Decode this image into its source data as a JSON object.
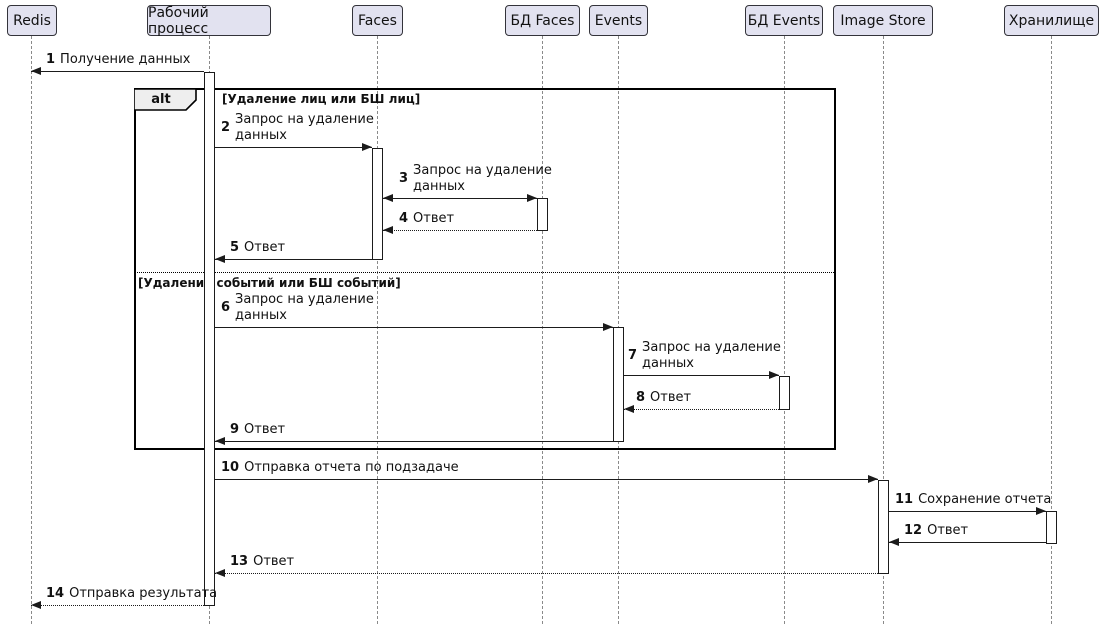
{
  "diagram": {
    "title": "",
    "participants": [
      {
        "label": "Redis"
      },
      {
        "label": "Рабочий процесс"
      },
      {
        "label": "Faces"
      },
      {
        "label": "БД Faces"
      },
      {
        "label": "Events"
      },
      {
        "label": "БД Events"
      },
      {
        "label": "Image Store"
      },
      {
        "label": "Хранилище"
      }
    ],
    "frame": {
      "operator": "alt",
      "guard1": "[Удаление лиц или БШ лиц]",
      "guard2": "[Удаление событий или БШ событий]"
    },
    "messages": [
      {
        "num": "1",
        "text": "Получение данных",
        "from": "Рабочий процесс",
        "to": "Redis",
        "line": "solid",
        "arrows": "left"
      },
      {
        "num": "2",
        "text": "Запрос на удаление данных",
        "from": "Рабочий процесс",
        "to": "Faces",
        "line": "solid",
        "arrows": "right"
      },
      {
        "num": "3",
        "text": "Запрос на удаление данных",
        "from": "Faces",
        "to": "БД Faces",
        "line": "solid",
        "arrows": "both"
      },
      {
        "num": "4",
        "text": "Ответ",
        "from": "БД Faces",
        "to": "Faces",
        "line": "dotted",
        "arrows": "left"
      },
      {
        "num": "5",
        "text": "Ответ",
        "from": "Faces",
        "to": "Рабочий процесс",
        "line": "solid",
        "arrows": "left"
      },
      {
        "num": "6",
        "text": "Запрос на удаление данных",
        "from": "Рабочий процесс",
        "to": "Events",
        "line": "solid",
        "arrows": "right"
      },
      {
        "num": "7",
        "text": "Запрос на удаление данных",
        "from": "Events",
        "to": "БД Events",
        "line": "solid",
        "arrows": "right"
      },
      {
        "num": "8",
        "text": "Ответ",
        "from": "БД Events",
        "to": "Events",
        "line": "dotted",
        "arrows": "left"
      },
      {
        "num": "9",
        "text": "Ответ",
        "from": "Events",
        "to": "Рабочий процесс",
        "line": "solid",
        "arrows": "left"
      },
      {
        "num": "10",
        "text": "Отправка отчета по подзадаче",
        "from": "Рабочий процесс",
        "to": "Image Store",
        "line": "solid",
        "arrows": "right"
      },
      {
        "num": "11",
        "text": "Сохранение отчета",
        "from": "Image Store",
        "to": "Хранилище",
        "line": "solid",
        "arrows": "right"
      },
      {
        "num": "12",
        "text": "Ответ",
        "from": "Хранилище",
        "to": "Image Store",
        "line": "solid",
        "arrows": "left"
      },
      {
        "num": "13",
        "text": "Ответ",
        "from": "Image Store",
        "to": "Рабочий процесс",
        "line": "dotted",
        "arrows": "left"
      },
      {
        "num": "14",
        "text": "Отправка результата",
        "from": "Рабочий процесс",
        "to": "Redis",
        "line": "dotted",
        "arrows": "left"
      }
    ],
    "colors": {
      "participant_fill": "#E2E2F0",
      "participant_border": "#33333a",
      "line": "#1b1b1b",
      "lifeline": "#8a8a8a",
      "frame_border": "#000000",
      "pentagon_fill": "#EEEEEE",
      "background": "#FFFFFF"
    }
  }
}
